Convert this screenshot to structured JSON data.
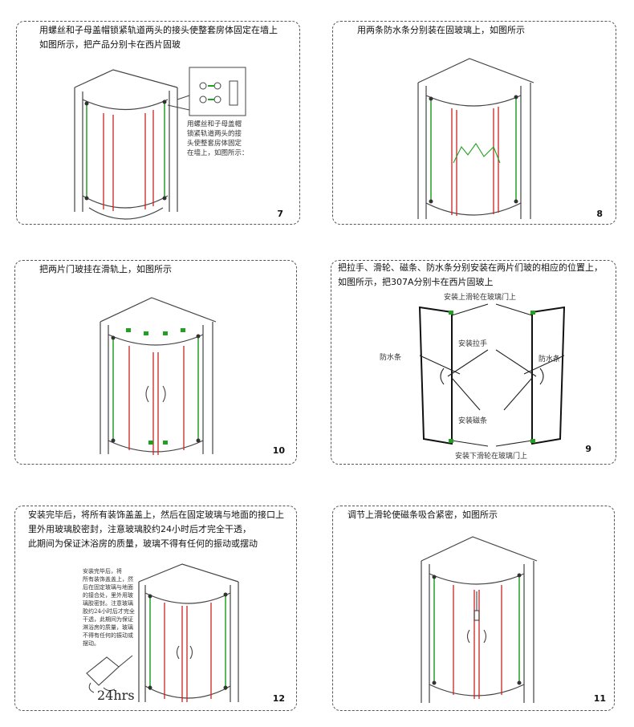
{
  "colors": {
    "frame": "#444444",
    "green": "#22a022",
    "red": "#cc2222",
    "border": "#555555"
  },
  "panels": [
    {
      "id": "p7",
      "caption": "用螺丝和子母盖帽锁紧轨道两头的接头使整套房体固定在墙上\n如图所示，把产品分别卡在西片固玻",
      "step": "7",
      "note": "用螺丝和子母盖帽\n锁紧轨道两头的接\n头使整套房体固定\n在墙上，如图所示："
    },
    {
      "id": "p8",
      "caption": "用两条防水条分别装在固玻璃上，如图所示",
      "step": "8"
    },
    {
      "id": "p10",
      "caption": "把两片门玻挂在滑轨上，如图所示",
      "step": "10"
    },
    {
      "id": "p9",
      "caption": "把拉手、滑轮、磁条、防水条分别安装在两片们玻的相应的位置上，\n如图所示，把307A分别卡在西片固玻上",
      "step": "9",
      "labels": {
        "top": "安装上滑轮在玻璃门上",
        "handle": "安装拉手",
        "left_strip": "防水条",
        "right_strip": "防水条",
        "magnet": "安装磁条",
        "bottom": "安装下滑轮在玻璃门上"
      }
    },
    {
      "id": "p12",
      "caption": "安装完毕后，将所有装饰盖盖上，然后在固定玻璃与地面的接口上\n里外用玻璃胶密封，注意玻璃胶约24小时后才完全干透，\n此期间为保证沐浴房的质量，玻璃不得有任何的振动或摆动",
      "step": "12",
      "note": "安装完毕后，将\n所有装饰盖盖上，然\n后在固定玻璃与地面\n的接合处，里外用玻\n璃胶密封。注意玻璃\n胶约24小时后才完全\n干透，此期间为保证\n淋浴房的质量，玻璃\n不得有任何的振动或\n摆动。",
      "hours": "24hrs"
    },
    {
      "id": "p11",
      "caption": "调节上滑轮使磁条吸合紧密，如图所示",
      "step": "11"
    }
  ]
}
